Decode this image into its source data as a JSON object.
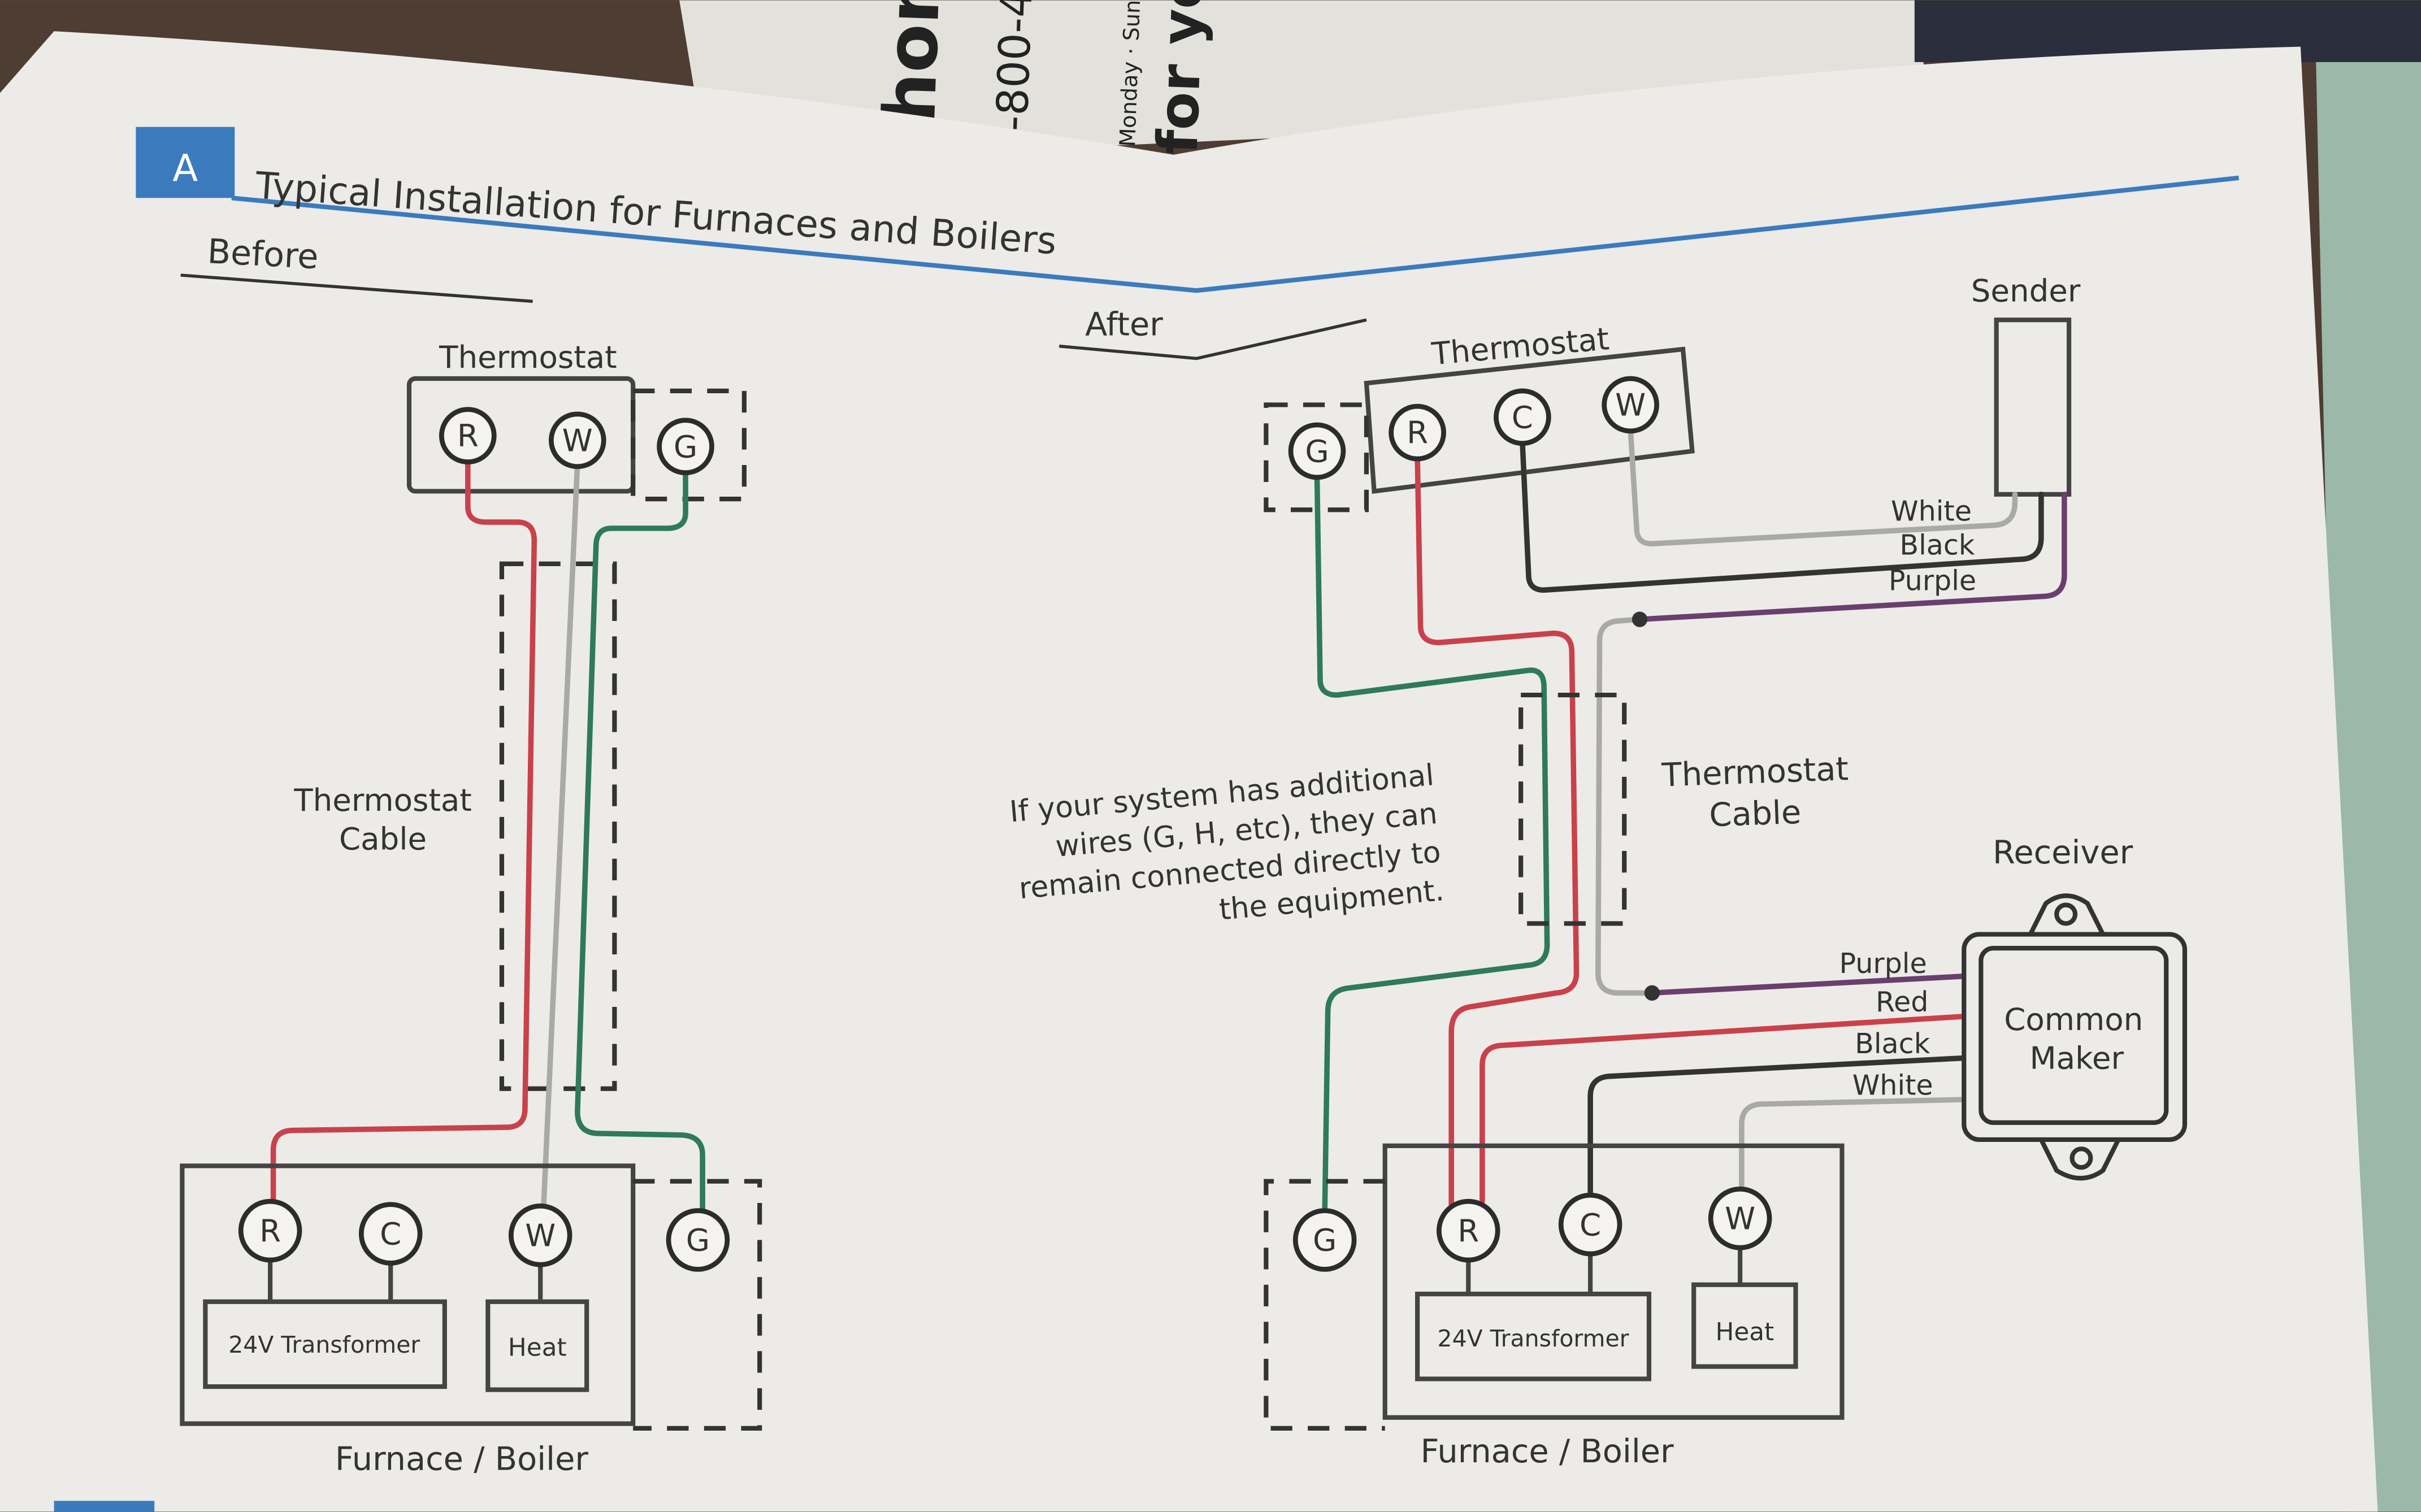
{
  "section": {
    "letter": "A",
    "title": "Typical Installation for Furnaces and Boilers"
  },
  "background_booklet": {
    "fragments": [
      "hon",
      "-800-4",
      "Monday · Sun",
      "for yo"
    ]
  },
  "before": {
    "label": "Before",
    "thermostat_label": "Thermostat",
    "thermostat_terminals": [
      "R",
      "W",
      "G"
    ],
    "cable_label_line1": "Thermostat",
    "cable_label_line2": "Cable",
    "furnace_terminals": [
      "R",
      "C",
      "W",
      "G"
    ],
    "transformer_label": "24V Transformer",
    "heat_label": "Heat",
    "furnace_label": "Furnace / Boiler"
  },
  "after": {
    "label": "After",
    "thermostat_label": "Thermostat",
    "thermostat_terminals": [
      "G",
      "R",
      "C",
      "W"
    ],
    "sender_label": "Sender",
    "sender_wires": [
      "White",
      "Black",
      "Purple"
    ],
    "cable_label_line1": "Thermostat",
    "cable_label_line2": "Cable",
    "note_lines": [
      "If your system has additional",
      "wires (G, H, etc), they can",
      "remain connected directly to",
      "the equipment."
    ],
    "receiver_label": "Receiver",
    "receiver_name_line1": "Common",
    "receiver_name_line2": "Maker",
    "receiver_wires": [
      "Purple",
      "Red",
      "Black",
      "White"
    ],
    "furnace_terminals": [
      "G",
      "R",
      "C",
      "W"
    ],
    "transformer_label": "24V Transformer",
    "heat_label": "Heat",
    "furnace_label": "Furnace / Boiler"
  },
  "colors": {
    "accent_blue": "#3b7bbd",
    "wire_red": "#c9414b",
    "wire_green": "#2f7a59",
    "wire_white": "#a9a9a9",
    "wire_black": "#333333",
    "wire_purple": "#6a3f6e",
    "paper": "#ecebe7"
  }
}
